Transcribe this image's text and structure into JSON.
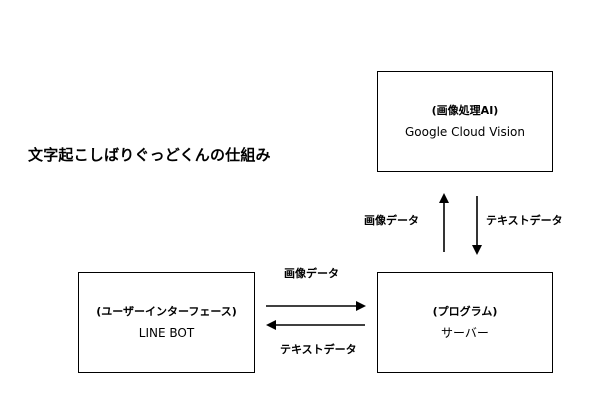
{
  "title": "文字起こしばりぐっどくんの仕組み",
  "nodes": {
    "vision": {
      "subtitle": "(画像処理AI)",
      "name": "Google Cloud Vision"
    },
    "line_bot": {
      "subtitle": "(ユーザーインターフェース)",
      "name": "LINE BOT"
    },
    "server": {
      "subtitle": "(プログラム)",
      "name": "サーバー"
    }
  },
  "edges": {
    "server_to_vision": {
      "label": "画像データ"
    },
    "vision_to_server": {
      "label": "テキストデータ"
    },
    "line_to_server": {
      "label": "画像データ"
    },
    "server_to_line": {
      "label": "テキストデータ"
    }
  }
}
